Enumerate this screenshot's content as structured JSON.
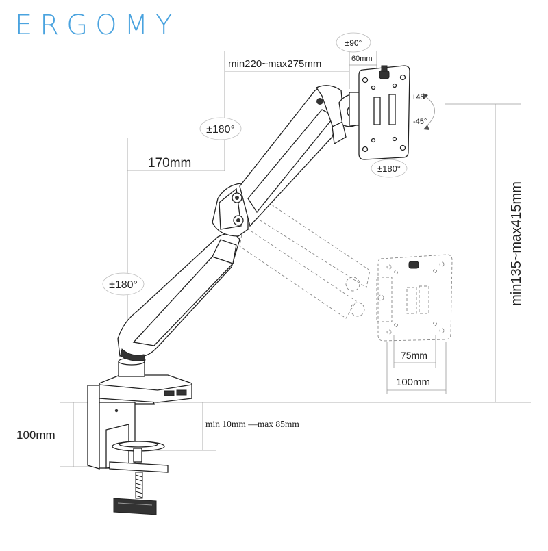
{
  "brand": {
    "name": "ERGOMY",
    "color": "#4aa3df"
  },
  "dimensions": {
    "arm_reach": "min220~max275mm",
    "tilt_offset": "60mm",
    "arm_segment": "170mm",
    "height_range": "min135~max415mm",
    "vesa_small": "75mm",
    "vesa_large": "100mm",
    "base_height": "100mm",
    "clamp_range": "min 10mm —max 85mm"
  },
  "rotations": {
    "top_tilt": "±90°",
    "tilt_up": "+45°",
    "tilt_down": "-45°",
    "vesa_swivel": "±180°",
    "elbow_swivel": "±180°",
    "base_swivel": "±180°"
  }
}
